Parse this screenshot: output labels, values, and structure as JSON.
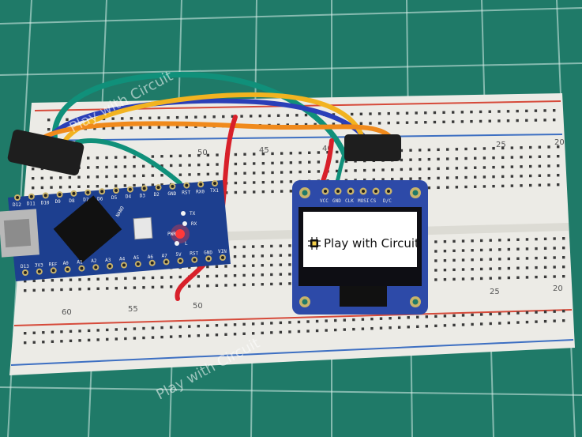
{
  "oled": {
    "screen_text": "Play with Circuit",
    "pin_labels": [
      "VCC",
      "GND",
      "CLK",
      "MOSI",
      "CS",
      "D/C"
    ]
  },
  "breadboard": {
    "top_numbers": [
      "50",
      "45",
      "40",
      "25",
      "20"
    ],
    "bottom_numbers": [
      "60",
      "55",
      "50",
      "25",
      "20"
    ]
  },
  "nano": {
    "board_label": "NANO",
    "top_pins": [
      "D12",
      "D11",
      "D10",
      "D9",
      "D8",
      "D7",
      "D6",
      "D5",
      "D4",
      "D3",
      "D2",
      "GND",
      "RST",
      "RX0",
      "TX1"
    ],
    "bottom_pins": [
      "D13",
      "3V3",
      "REF",
      "A0",
      "A1",
      "A2",
      "A3",
      "A4",
      "A5",
      "A6",
      "A7",
      "5V",
      "RST",
      "GND",
      "VIN"
    ],
    "led_labels": [
      "TX",
      "RX",
      "PWR",
      "L"
    ]
  },
  "watermarks": [
    "Play with Circuit",
    "Play with Circuit"
  ],
  "colors": {
    "mat": "#1f7a68",
    "breadboard": "#ecebe6",
    "nano_pcb": "#1d3f8f",
    "oled_pcb": "#2d4aa8",
    "oled_screen": "#ffffff",
    "wire_red": "#d8202a",
    "wire_green": "#10907a",
    "wire_yellow": "#f2b320",
    "wire_orange": "#f08a1c",
    "wire_blue": "#2a3fb8"
  }
}
